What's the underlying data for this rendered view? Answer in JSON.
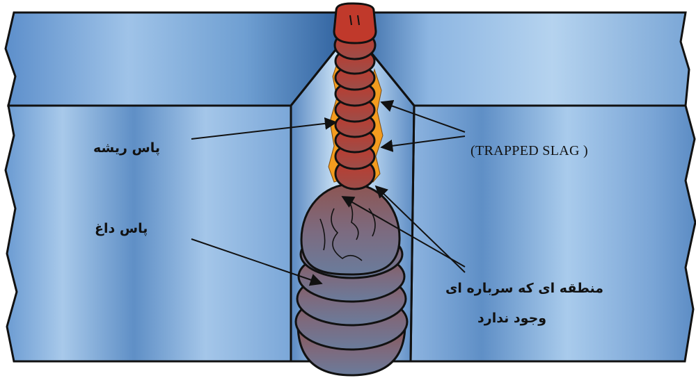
{
  "labels": {
    "root_pass": "پاس ریشه",
    "hot_pass": "پاس داغ",
    "trapped_slag": "(TRAPPED SLAG )",
    "no_fusion_line1": "منطقه ای که سرباره ای",
    "no_fusion_line2": "وجود ندارد"
  },
  "colors": {
    "plate_light": "#a9c9ea",
    "plate_mid": "#6f9fd2",
    "plate_dark": "#2f5f9a",
    "groove_light": "#b8d6f0",
    "root_bead": "#b53a2c",
    "cap_bead_top": "#8a5a58",
    "cap_bead_bottom": "#6d7c9c",
    "slag": "#f39c1f",
    "outline": "#111111"
  }
}
